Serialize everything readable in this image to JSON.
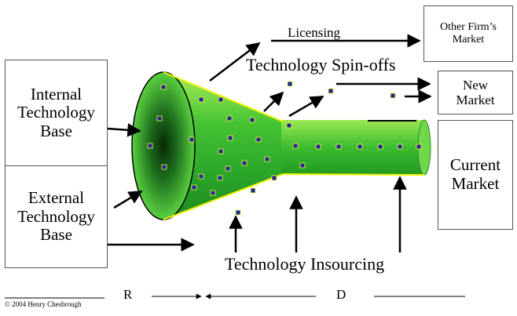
{
  "boxes": {
    "internal": [
      "Internal",
      "Technology",
      "Base"
    ],
    "external": [
      "External",
      "Technology",
      "Base"
    ],
    "other_firm": [
      "Other Firm’s",
      "Market"
    ],
    "new_market": [
      "New",
      "Market"
    ],
    "current_market": [
      "Current",
      "Market"
    ]
  },
  "labels": {
    "licensing": "Licensing",
    "spin_offs": "Technology Spin-offs",
    "insourcing": "Technology Insourcing",
    "r": "R",
    "d": "D",
    "copyright": "© 2004 Henry Chesbrough"
  },
  "colors": {
    "funnel_green": "#33bb33",
    "funnel_dark": "#0a3a0a",
    "funnel_light": "#7ce04a",
    "rim": "#f2f200",
    "dot_fill": "#1a2a99",
    "dot_border": "#ffff33"
  }
}
